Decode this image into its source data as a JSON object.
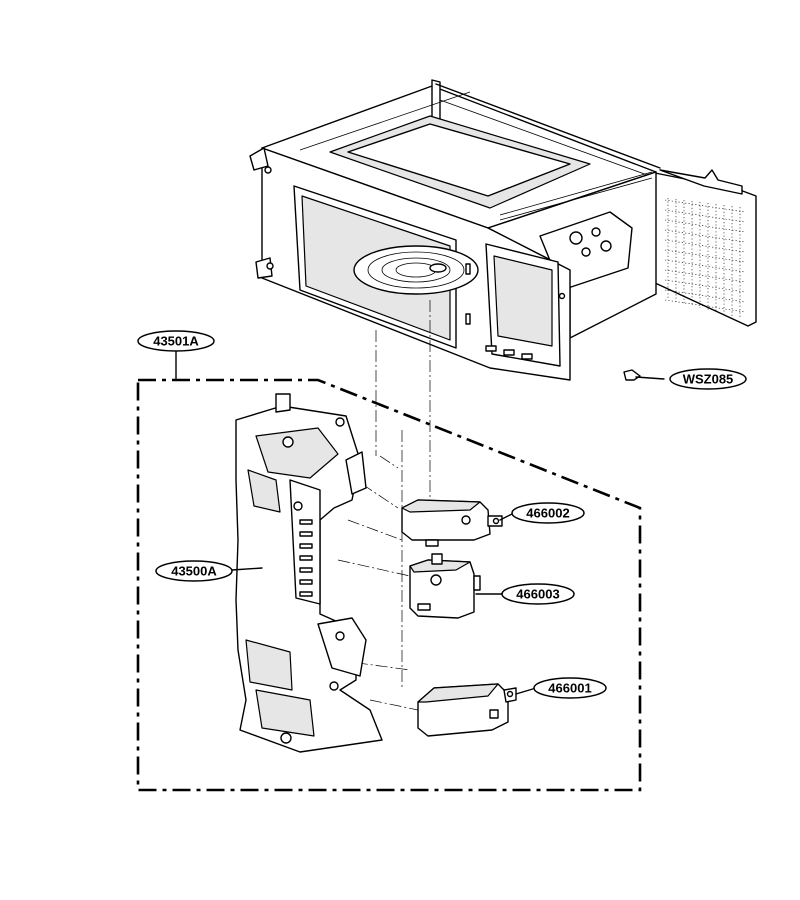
{
  "callouts": {
    "door_latch_assembly": "43501A",
    "screw": "WSZ085",
    "latch_board": "43500A",
    "switch_upper": "466002",
    "switch_middle": "466003",
    "switch_lower": "466001"
  }
}
